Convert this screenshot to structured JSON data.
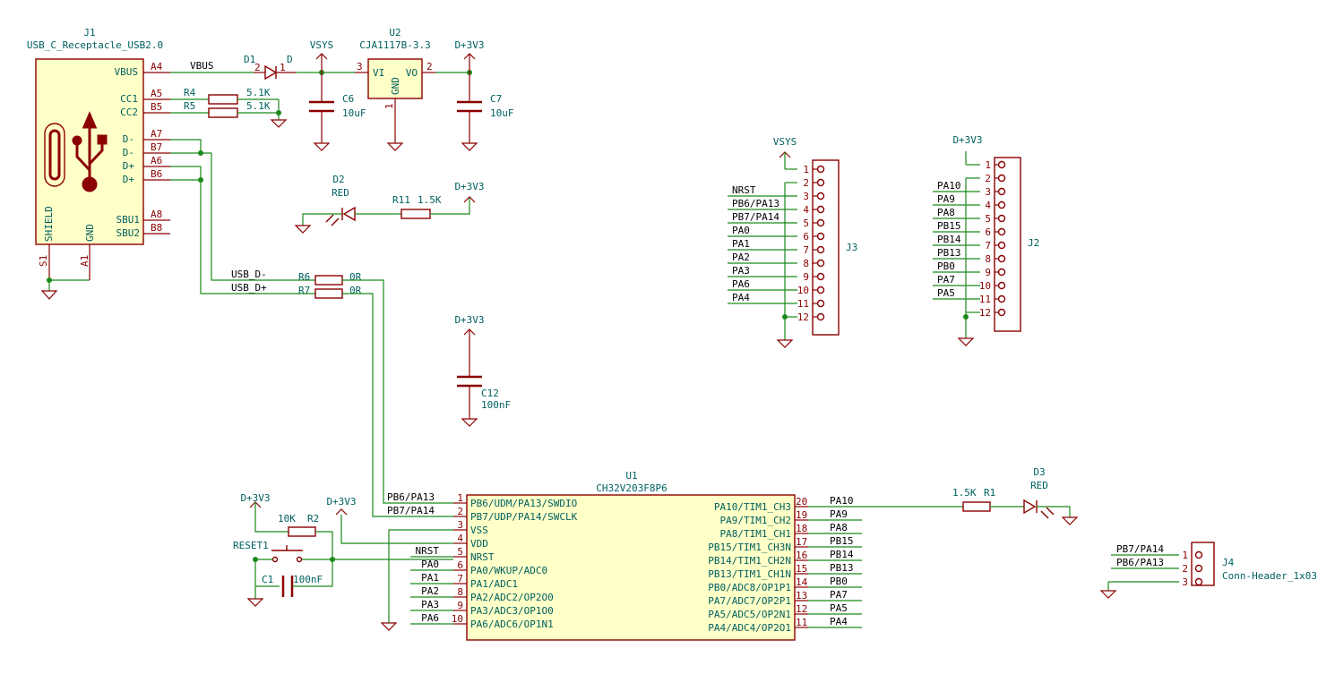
{
  "j1": {
    "ref": "J1",
    "value": "USB_C_Receptacle_USB2.0",
    "pins_left": [
      "VBUS",
      "CC1",
      "CC2",
      "D-",
      "D-",
      "D+",
      "D+",
      "SBU1",
      "SBU2"
    ],
    "pins_num": [
      "A4",
      "A5",
      "B5",
      "A7",
      "B7",
      "A6",
      "B6",
      "A8",
      "B8"
    ],
    "shield": "SHIELD",
    "gnd": "GND",
    "s1": "S1",
    "a1": "A1"
  },
  "d1": {
    "ref": "D1",
    "value": "D",
    "pin2": "2",
    "pin1": "1"
  },
  "u2": {
    "ref": "U2",
    "value": "CJA1117B-3.3",
    "vi": "VI",
    "vo": "VO",
    "gnd": "GND",
    "p3": "3",
    "p2": "2",
    "p1": "1"
  },
  "nets": {
    "vbus": "VBUS",
    "vsys": "VSYS",
    "d3v3": "D+3V3",
    "usb_dm": "USB_D-",
    "usb_dp": "USB_D+"
  },
  "r4": {
    "ref": "R4",
    "value": "5.1K"
  },
  "r5": {
    "ref": "R5",
    "value": "5.1K"
  },
  "c6": {
    "ref": "C6",
    "value": "10uF"
  },
  "c7": {
    "ref": "C7",
    "value": "10uF"
  },
  "d2": {
    "ref": "D2",
    "value": "RED"
  },
  "r11": {
    "ref": "R11",
    "value": "1.5K"
  },
  "r6": {
    "ref": "R6",
    "value": "0R"
  },
  "r7": {
    "ref": "R7",
    "value": "0R"
  },
  "c12": {
    "ref": "C12",
    "value": "100nF"
  },
  "j3": {
    "ref": "J3",
    "top": "VSYS",
    "nums": [
      "1",
      "2",
      "3",
      "4",
      "5",
      "6",
      "7",
      "8",
      "9",
      "10",
      "11",
      "12"
    ],
    "labels": [
      "",
      "",
      "NRST",
      "PB6/PA13",
      "PB7/PA14",
      "PA0",
      "PA1",
      "PA2",
      "PA3",
      "PA6",
      "PA4",
      ""
    ]
  },
  "j2": {
    "ref": "J2",
    "top": "D+3V3",
    "nums": [
      "1",
      "2",
      "3",
      "4",
      "5",
      "6",
      "7",
      "8",
      "9",
      "10",
      "11",
      "12"
    ],
    "labels": [
      "",
      "",
      "PA10",
      "PA9",
      "PA8",
      "PB15",
      "PB14",
      "PB13",
      "PB0",
      "PA7",
      "PA5",
      ""
    ]
  },
  "u1": {
    "ref": "U1",
    "value": "CH32V203F8P6",
    "left_pins": [
      "PB6/UDM/PA13/SWDIO",
      "PB7/UDP/PA14/SWCLK",
      "VSS",
      "VDD",
      "NRST",
      "PA0/WKUP/ADC0",
      "PA1/ADC1",
      "PA2/ADC2/OP2O0",
      "PA3/ADC3/OP1O0",
      "PA6/ADC6/OP1N1"
    ],
    "left_nums": [
      "1",
      "2",
      "3",
      "4",
      "5",
      "6",
      "7",
      "8",
      "9",
      "10"
    ],
    "left_nets": [
      "PB6/PA13",
      "PB7/PA14",
      "",
      "",
      "NRST",
      "PA0",
      "PA1",
      "PA2",
      "PA3",
      "PA6"
    ],
    "right_pins": [
      "PA10/TIM1_CH3",
      "PA9/TIM1_CH2",
      "PA8/TIM1_CH1",
      "PB15/TIM1_CH3N",
      "PB14/TIM1_CH2N",
      "PB13/TIM1_CH1N",
      "PB0/ADC8/OP1P1",
      "PA7/ADC7/OP2P1",
      "PA5/ADC5/OP2N1",
      "PA4/ADC4/OP2O1"
    ],
    "right_nums": [
      "20",
      "19",
      "18",
      "17",
      "16",
      "15",
      "14",
      "13",
      "12",
      "11"
    ],
    "right_nets": [
      "PA10",
      "PA9",
      "PA8",
      "PB15",
      "PB14",
      "PB13",
      "PB0",
      "PA7",
      "PA5",
      "PA4"
    ]
  },
  "r2": {
    "ref": "R2",
    "value": "10K"
  },
  "reset": {
    "ref": "RESET1"
  },
  "c1": {
    "ref": "C1",
    "value": "100nF"
  },
  "r1": {
    "ref": "R1",
    "value": "1.5K"
  },
  "d3": {
    "ref": "D3",
    "value": "RED"
  },
  "j4": {
    "ref": "J4",
    "value": "Conn-Header_1x03",
    "nums": [
      "1",
      "2",
      "3"
    ],
    "labels": [
      "PB7/PA14",
      "PB6/PA13",
      ""
    ]
  }
}
